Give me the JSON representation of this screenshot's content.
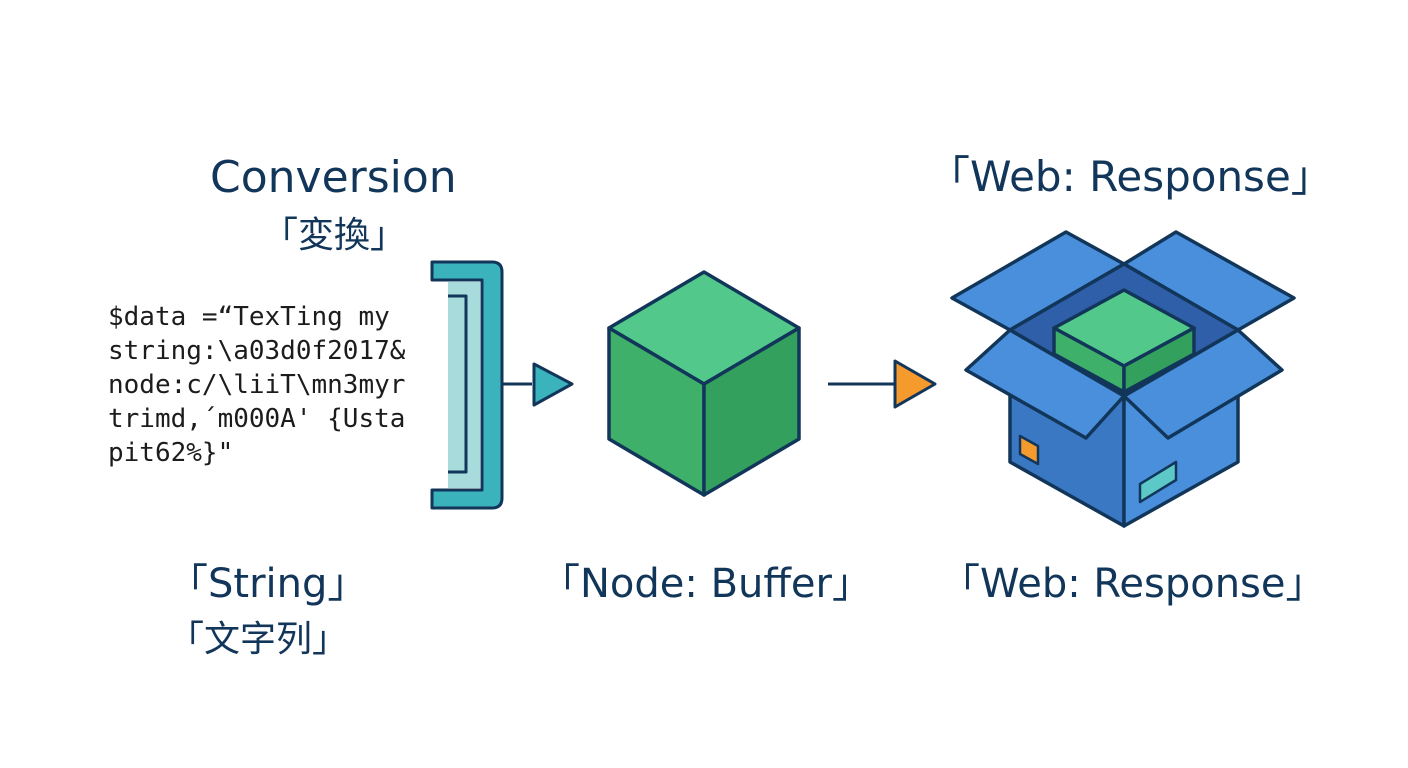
{
  "labels": {
    "conversion_en": "Conversion",
    "conversion_jp": "「変換」",
    "web_response_top": "「Web: Response」",
    "string_en": "「String」",
    "string_jp": "「文字列」",
    "node_buffer": "「Node: Buffer」",
    "web_response_bottom": "「Web: Response」"
  },
  "code_lines": [
    "$data =“TexTing my",
    "string:\\a03d0f2017&",
    "node:c/\\liiT\\mn3myr",
    "trimd,´m000A' {Usta",
    "pit62%}\""
  ],
  "colors": {
    "text": "#12365a",
    "outline": "#12365a",
    "bracket_teal": "#3bb3bd",
    "bracket_light": "#a8dcdc",
    "cube_green_top": "#52c98a",
    "cube_green_front": "#3fb069",
    "cube_green_side": "#33a05e",
    "box_blue": "#4a8fdc",
    "box_blue_dark": "#3b78c4",
    "box_blue_inner": "#2f5fa8",
    "arrow_teal": "#3bb3bd",
    "arrow_orange": "#f59a2c",
    "sticker_orange": "#f59a2c",
    "sticker_teal": "#5cc9c8"
  },
  "icons": [
    "bracket-icon",
    "arrow-right-icon",
    "cube-icon",
    "open-box-icon"
  ]
}
